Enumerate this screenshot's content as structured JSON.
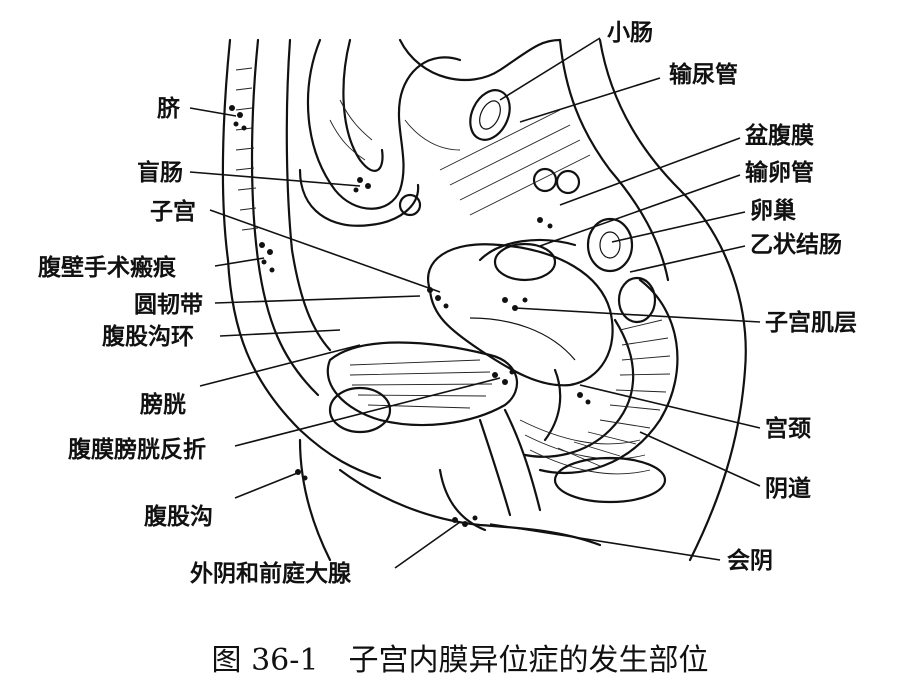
{
  "labels_left": [
    {
      "id": "navel",
      "text": "脐"
    },
    {
      "id": "cecum",
      "text": "盲肠"
    },
    {
      "id": "uterus",
      "text": "子宫"
    },
    {
      "id": "scar",
      "text": "腹壁手术瘢痕"
    },
    {
      "id": "round-ligament",
      "text": "圆韧带"
    },
    {
      "id": "inguinal-ring",
      "text": "腹股沟环"
    },
    {
      "id": "bladder",
      "text": "膀胱"
    },
    {
      "id": "vesicouterine-fold",
      "text": "腹膜膀胱反折"
    },
    {
      "id": "groin",
      "text": "腹股沟"
    },
    {
      "id": "vulva-bartholin",
      "text": "外阴和前庭大腺"
    }
  ],
  "labels_right": [
    {
      "id": "small-intestine",
      "text": "小肠"
    },
    {
      "id": "ureter",
      "text": "输尿管"
    },
    {
      "id": "pelvic-peritoneum",
      "text": "盆腹膜"
    },
    {
      "id": "fallopian-tube",
      "text": "输卵管"
    },
    {
      "id": "ovary",
      "text": "卵巢"
    },
    {
      "id": "sigmoid-colon",
      "text": "乙状结肠"
    },
    {
      "id": "myometrium",
      "text": "子宫肌层"
    },
    {
      "id": "cervix",
      "text": "宫颈"
    },
    {
      "id": "vagina",
      "text": "阴道"
    },
    {
      "id": "perineum",
      "text": "会阴"
    }
  ],
  "caption": "图 36-1　子宫内膜异位症的发生部位"
}
